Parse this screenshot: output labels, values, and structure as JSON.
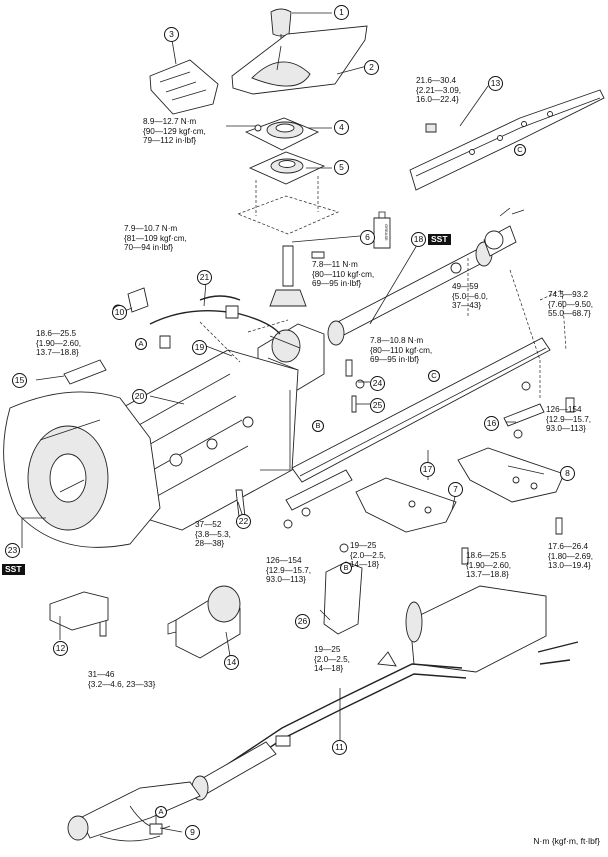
{
  "diagram": {
    "units_note": "N·m {kgf·m, ft·lbf}",
    "sst": "SST",
    "torque_specs": {
      "t1": "8.9—12.7 N·m\n{90—129 kgf·cm,\n79—112 in·lbf}",
      "t2": "21.6—30.4\n{2.21—3.09,\n16.0—22.4}",
      "t3": "7.9—10.7 N·m\n{81—109 kgf·cm,\n70—94 in·lbf}",
      "t4": "7.8—11 N·m\n{80—110 kgf·cm,\n69—95 in·lbf}",
      "t5": "74.5—93.2\n{7.60—9.50,\n55.0—68.7}",
      "t6": "18.6—25.5\n{1.90—2.60,\n13.7—18.8}",
      "t7": "49—59\n{5.0—6.0,\n37—43}",
      "t8": "7.8—10.8 N·m\n{80—110 kgf·cm,\n69—95 in·lbf}",
      "t9": "126—154\n{12.9—15.7,\n93.0—113}",
      "t10": "37—52\n{3.8—5.3,\n28—38}",
      "t11": "126—154\n{12.9—15.7,\n93.0—113}",
      "t12": "19—25\n{2.0—2.5,\n14—18}",
      "t13": "18.6—25.5\n{1.90—2.60,\n13.7—18.8}",
      "t14": "17.6—26.4\n{1.80—2.69,\n13.0—19.4}",
      "t15": "19—25\n{2.0—2.5,\n14—18}",
      "t16": "31—46\n{3.2—4.6, 23—33}"
    },
    "callouts": [
      "1",
      "2",
      "3",
      "4",
      "5",
      "6",
      "7",
      "8",
      "9",
      "10",
      "11",
      "12",
      "13",
      "14",
      "15",
      "16",
      "17",
      "18",
      "19",
      "20",
      "21",
      "22",
      "23",
      "24",
      "25",
      "26"
    ],
    "letter_tags": [
      "A",
      "B",
      "C"
    ],
    "grease_label": "GREASE"
  }
}
